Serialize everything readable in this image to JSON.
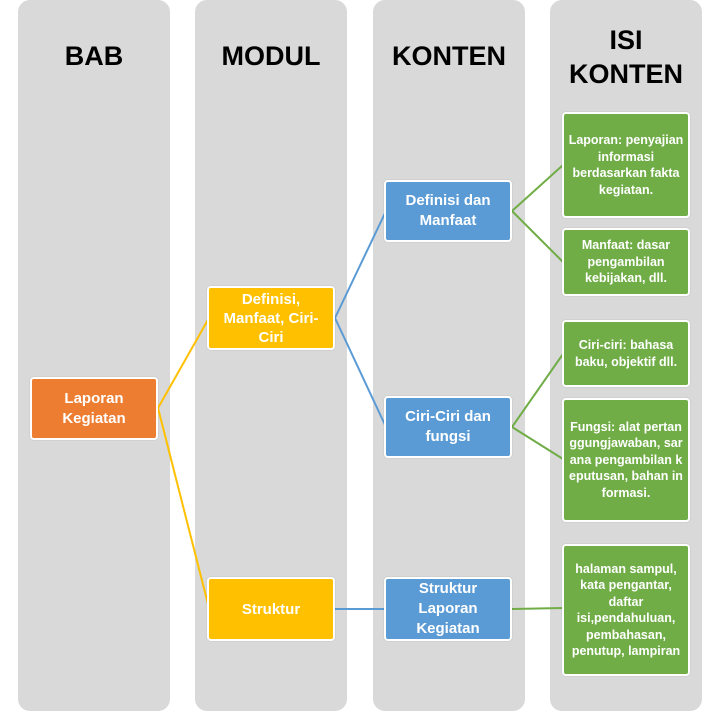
{
  "columns": {
    "bab": "BAB",
    "modul": "MODUL",
    "konten": "KONTEN",
    "isi_konten_line1": "ISI",
    "isi_konten_line2": "KONTEN"
  },
  "nodes": {
    "bab": "Laporan Kegiatan",
    "modul_1": "Definisi, Manfaat, Ciri-Ciri",
    "modul_2": "Struktur",
    "konten_1": "Definisi dan Manfaat",
    "konten_2": "Ciri-Ciri dan fungsi",
    "konten_3": "Struktur Laporan Kegiatan",
    "isi_1": "Laporan: penyajian informasi berdasarkan fakta kegiatan.",
    "isi_2": "Manfaat: dasar pengambilan kebijakan, dll.",
    "isi_3": "Ciri-ciri: bahasa baku, objektif dll.",
    "isi_4": "Fungsi:  alat pertanggungjawaban, sarana pengambilan keputusan, bahan informasi.",
    "isi_5": "halaman sampul, kata pengantar, daftar isi,pendahuluan, pembahasan, penutup, lampiran"
  },
  "colors": {
    "column_bg": "#d9d9d9",
    "bab_box": "#ed7d31",
    "modul_box": "#ffc000",
    "konten_box": "#5b9bd5",
    "isi_box": "#70ad47"
  }
}
